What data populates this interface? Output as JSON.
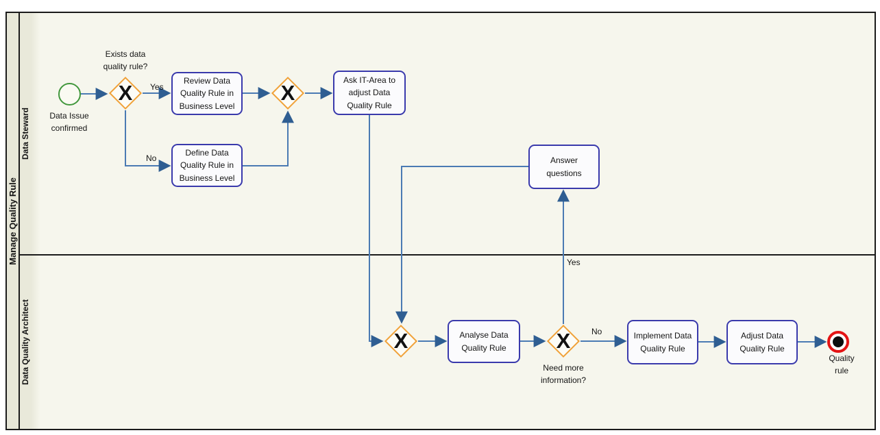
{
  "diagram": {
    "pool_title": "Manage Quality Rule",
    "lanes": [
      {
        "name": "Data Steward"
      },
      {
        "name": "Data Quality Architect"
      }
    ]
  },
  "events": {
    "start_label": "Data Issue\nconfirmed",
    "end_label": "Quality rule"
  },
  "gateways": {
    "exists_rule": {
      "mark": "X",
      "label": "Exists data\nquality rule?"
    },
    "merge_steward": {
      "mark": "X"
    },
    "merge_architect": {
      "mark": "X"
    },
    "need_info": {
      "mark": "X",
      "label": "Need more\ninformation?"
    }
  },
  "tasks": {
    "review": "Review Data\nQuality Rule in\nBusiness Level",
    "define": "Define Data\nQuality Rule in\nBusiness Level",
    "ask_it": "Ask IT-Area to\nadjust Data\nQuality Rule",
    "answer": "Answer\nquestions",
    "analyse": "Analyse Data\nQuality Rule",
    "implement": "Implement Data\nQuality Rule",
    "adjust": "Adjust Data\nQuality Rule"
  },
  "edge_labels": {
    "exists_yes": "Yes",
    "exists_no": "No",
    "need_info_yes": "Yes",
    "need_info_no": "No"
  },
  "colors": {
    "flow_line": "#4a7ab3",
    "arrowhead": "#2f5e92",
    "task_border": "#3939ac",
    "task_fill": "#fbfbfd",
    "gateway_border": "#f0a138",
    "start_event": "#41973c",
    "end_event": "#e41414",
    "pool_background": "#f6f6ed",
    "header_band": "#e7e7d8"
  }
}
